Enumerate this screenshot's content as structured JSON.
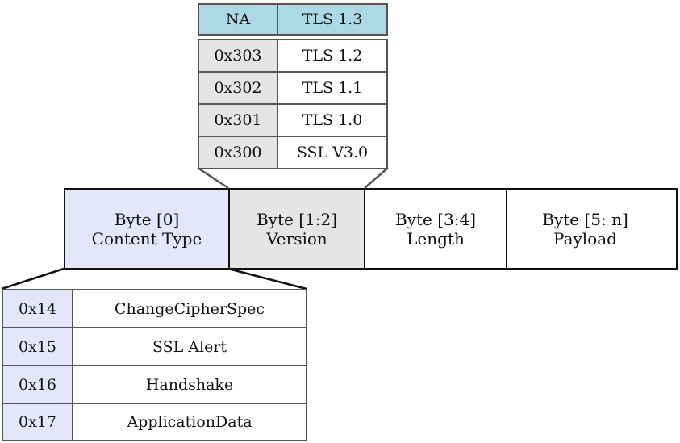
{
  "version_table": {
    "header": {
      "code": "NA",
      "name": "TLS 1.3"
    },
    "rows": [
      {
        "code": "0x303",
        "name": "TLS 1.2"
      },
      {
        "code": "0x302",
        "name": "TLS 1.1"
      },
      {
        "code": "0x301",
        "name": "TLS 1.0"
      },
      {
        "code": "0x300",
        "name": "SSL V3.0"
      }
    ]
  },
  "record_header": {
    "fields": [
      {
        "line1": "Byte [0]",
        "line2": "Content Type"
      },
      {
        "line1": "Byte [1:2]",
        "line2": "Version"
      },
      {
        "line1": "Byte [3:4]",
        "line2": "Length"
      },
      {
        "line1": "Byte [5: n]",
        "line2": "Payload"
      }
    ]
  },
  "content_type_table": {
    "rows": [
      {
        "code": "0x14",
        "name": "ChangeCipherSpec"
      },
      {
        "code": "0x15",
        "name": "SSL Alert"
      },
      {
        "code": "0x16",
        "name": "Handshake"
      },
      {
        "code": "0x17",
        "name": "ApplicationData"
      }
    ]
  },
  "colors": {
    "version_header_fill": "#add8e6",
    "version_code_fill": "#e5e5e5",
    "content_type_fill": "#e6e6fa",
    "version_field_fill": "#e5e5e5",
    "plain_fill": "#ffffff",
    "table_border": "#555555",
    "field_border": "#111111"
  }
}
